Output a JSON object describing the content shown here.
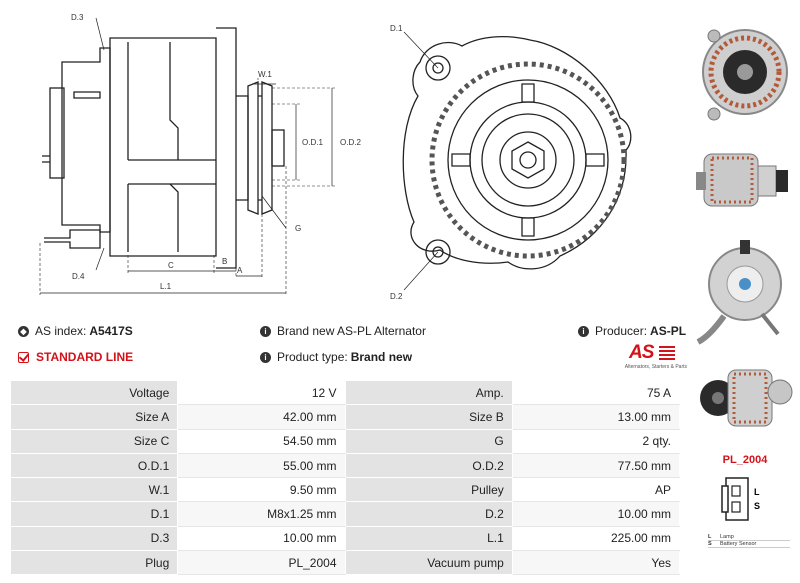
{
  "drawing": {
    "labels": {
      "d3": "D.3",
      "w1": "W.1",
      "od1": "O.D.1",
      "od2": "O.D.2",
      "g": "G",
      "d4": "D.4",
      "c": "C",
      "b": "B",
      "a": "A",
      "l1": "L.1",
      "d1": "D.1",
      "d2": "D.2"
    }
  },
  "info": {
    "as_index_label": "AS index:",
    "as_index_value": "A5417S",
    "standard_line": "STANDARD LINE",
    "brand_new_text": "Brand new AS-PL Alternator",
    "product_type_label": "Product type:",
    "product_type_value": "Brand new",
    "producer_label": "Producer:",
    "producer_value": "AS-PL"
  },
  "logo": {
    "mark": "AS",
    "tagline": "Alternators, Starters & Parts"
  },
  "specs": [
    [
      "Voltage",
      "12 V",
      "Amp.",
      "75 A"
    ],
    [
      "Size A",
      "42.00 mm",
      "Size B",
      "13.00 mm"
    ],
    [
      "Size C",
      "54.50 mm",
      "G",
      "2 qty."
    ],
    [
      "O.D.1",
      "55.00 mm",
      "O.D.2",
      "77.50 mm"
    ],
    [
      "W.1",
      "9.50 mm",
      "Pulley",
      "AP"
    ],
    [
      "D.1",
      "M8x1.25 mm",
      "D.2",
      "10.00 mm"
    ],
    [
      "D.3",
      "10.00 mm",
      "L.1",
      "225.00 mm"
    ],
    [
      "Plug",
      "PL_2004",
      "Vacuum pump",
      "Yes"
    ]
  ],
  "plug": {
    "title": "PL_2004",
    "pins": [
      "L",
      "S"
    ],
    "legend": [
      {
        "key": "L",
        "desc": "Lamp"
      },
      {
        "key": "S",
        "desc": "Battery Sensor"
      }
    ]
  },
  "colors": {
    "accent": "#d3121a",
    "label_bg": "#e3e3e3"
  }
}
